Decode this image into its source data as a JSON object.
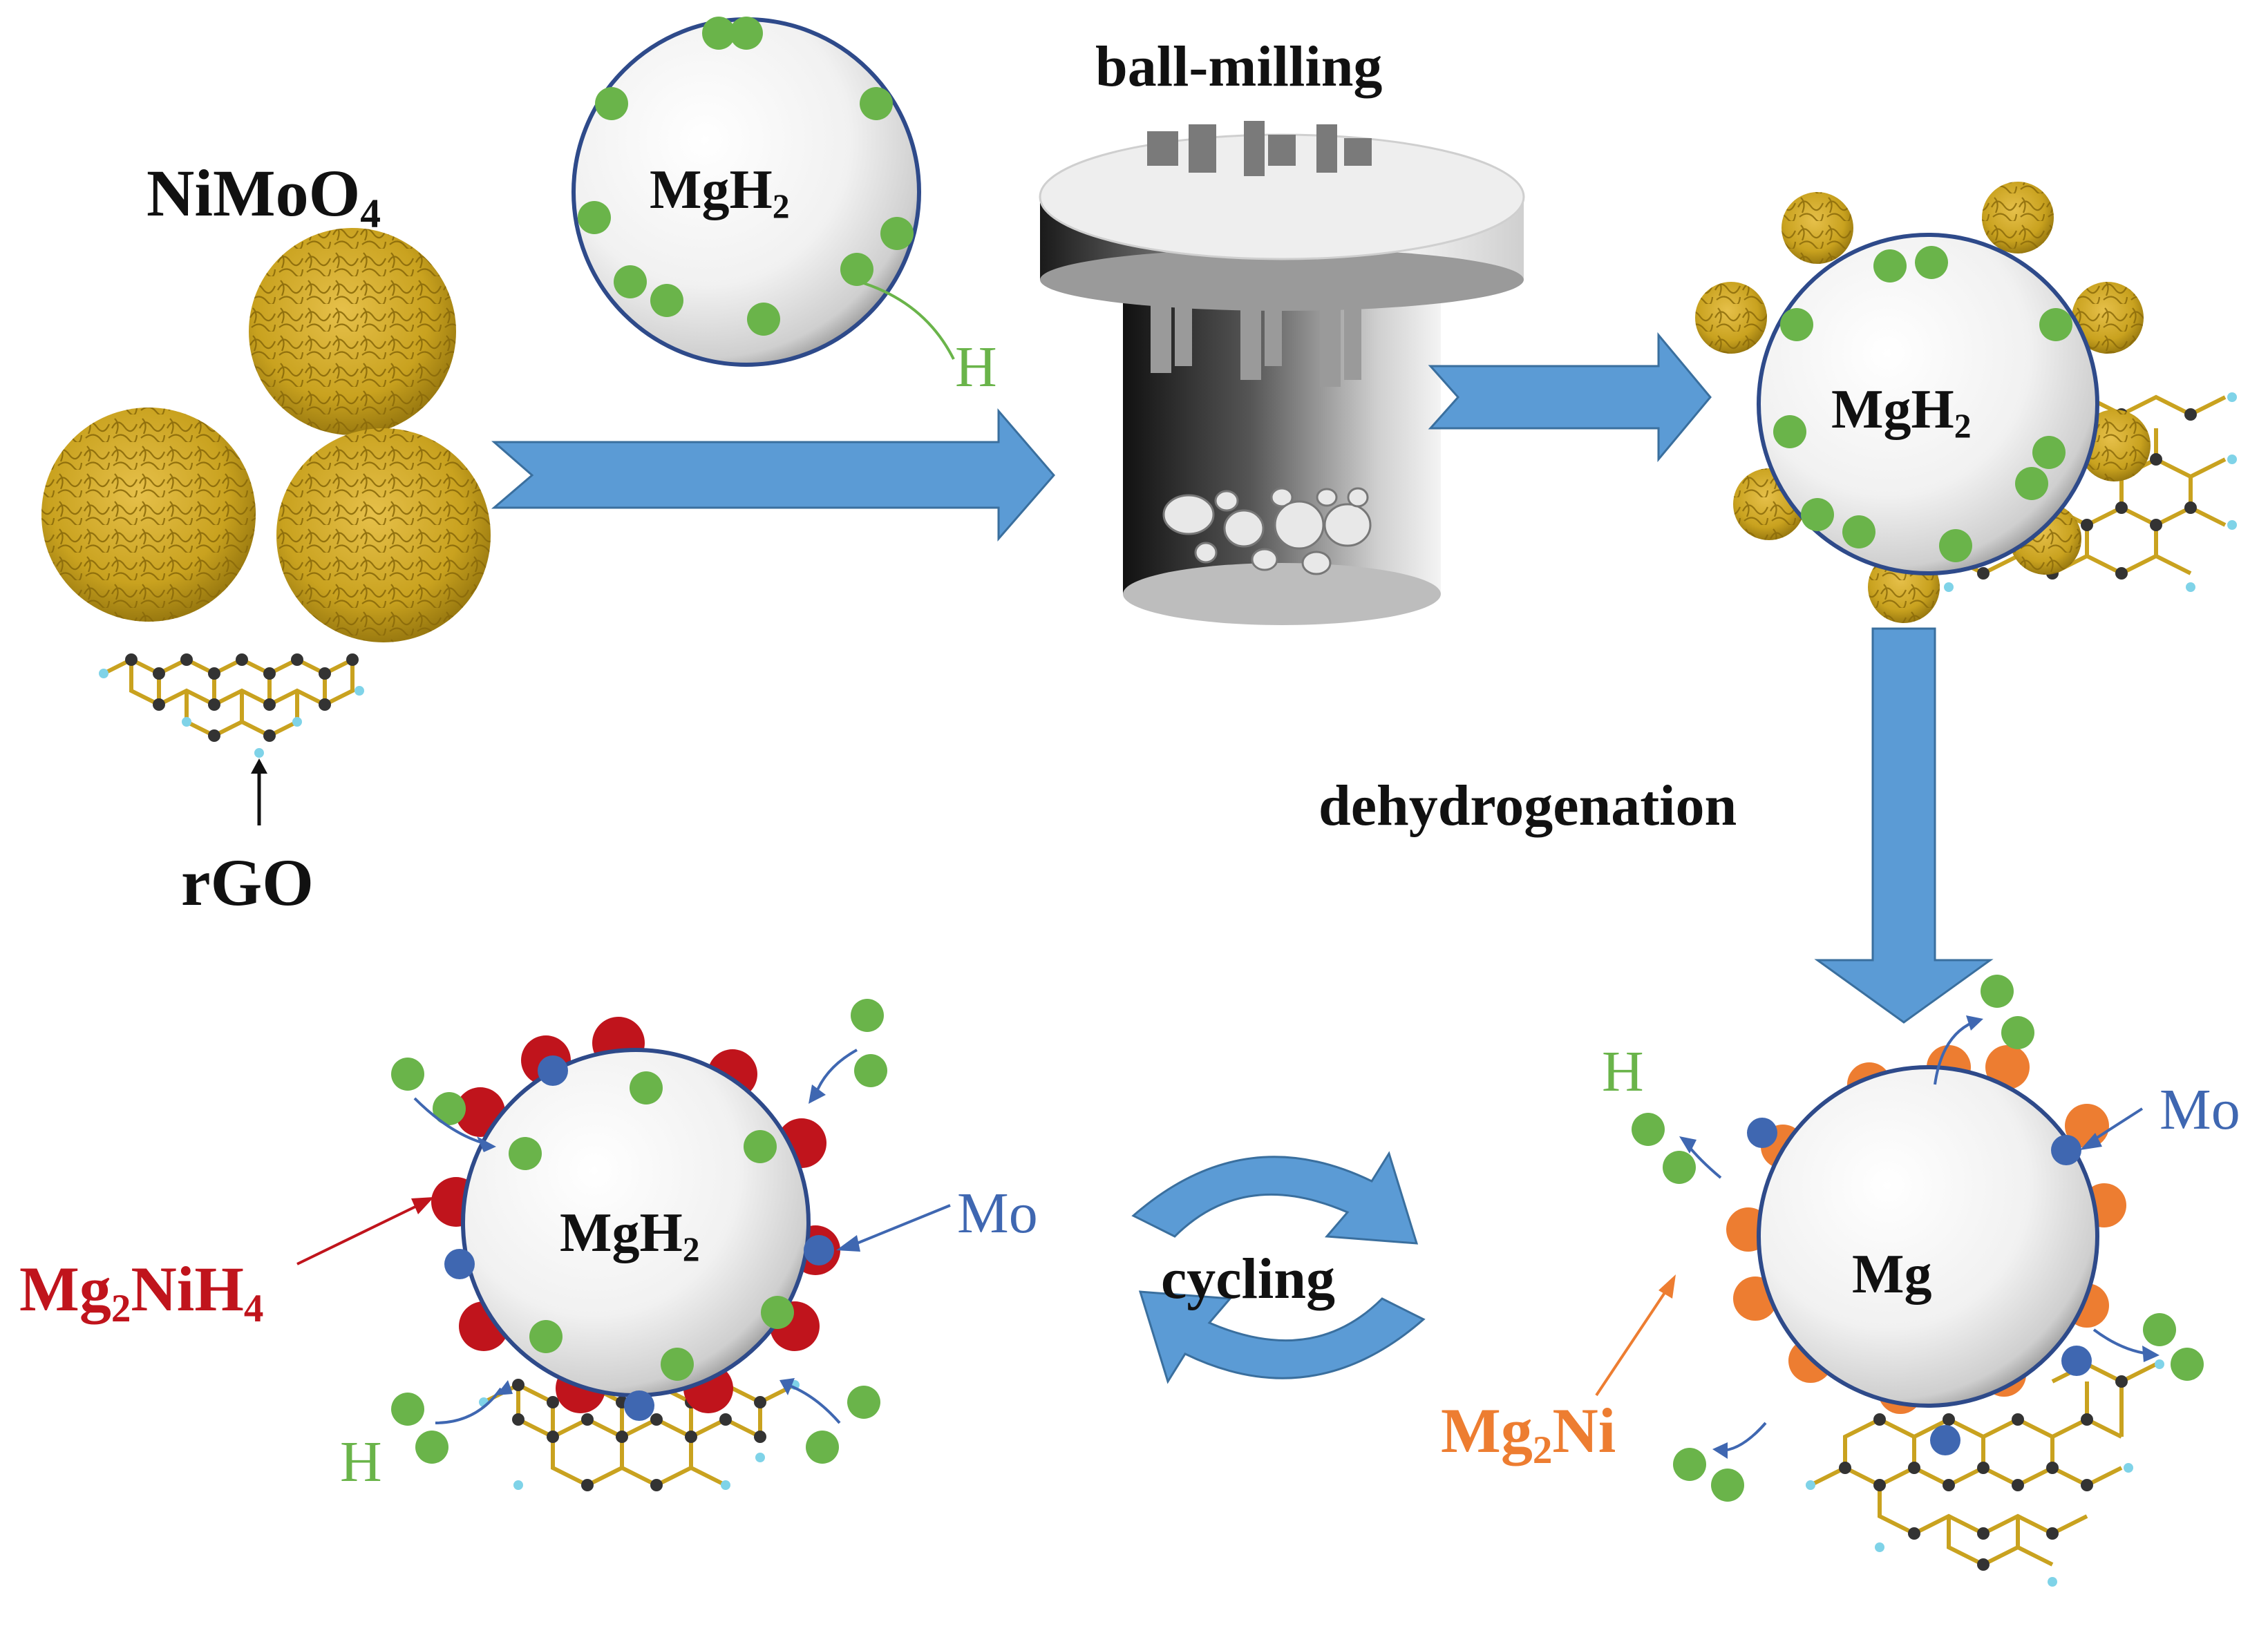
{
  "labels": {
    "nimoo4": {
      "base": "NiMoO",
      "sub": "4"
    },
    "mgh2": {
      "base": "MgH",
      "sub": "2"
    },
    "ball_milling": "ball-milling",
    "rgo": "rGO",
    "dehydrogenation": "dehydrogenation",
    "cycling": "cycling",
    "mg": "Mg",
    "mg2nih4": {
      "p1": "Mg",
      "s1": "2",
      "p2": "NiH",
      "s2": "4"
    },
    "mg2ni": {
      "p1": "Mg",
      "s1": "2",
      "p2": "Ni"
    },
    "h": "H",
    "mo": "Mo"
  },
  "colors": {
    "h_atom": "#6ab44a",
    "mo": "#3f67b1",
    "mg2nih4": "#c0141c",
    "mg2ni": "#ed7d31",
    "arrow": "#5b9bd5",
    "nimoo4_cluster": "#c9a21f",
    "text": "#111111"
  }
}
